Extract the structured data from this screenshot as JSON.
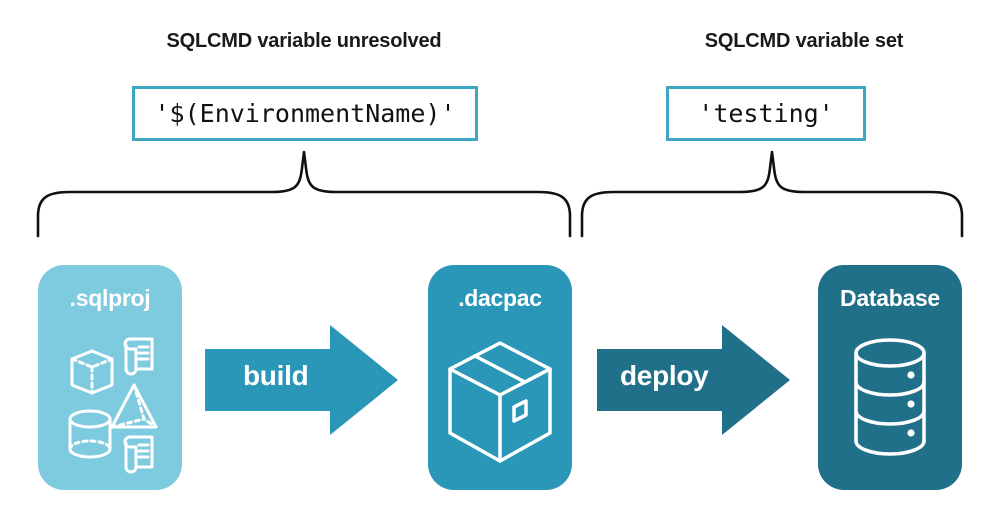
{
  "diagram": {
    "title_left": "SQLCMD variable unresolved",
    "title_right": "SQLCMD variable set",
    "code_left": "'$(EnvironmentName)'",
    "code_right": "'testing'",
    "cards": [
      {
        "label": ".sqlproj",
        "color": "#7ecbe0",
        "art": "shapes-and-scripts-icon"
      },
      {
        "label": ".dacpac",
        "color": "#2a96b8",
        "art": "package-box-icon"
      },
      {
        "label": "Database",
        "color": "#21708a",
        "art": "database-cylinder-icon"
      }
    ],
    "arrows": [
      {
        "label": "build",
        "color": "#2a96b8"
      },
      {
        "label": "deploy",
        "color": "#21708a"
      }
    ],
    "colors": {
      "accent_border": "#3fa7c4",
      "light_teal": "#7ecbe0",
      "mid_teal": "#2a96b8",
      "dark_teal": "#21708a",
      "text": "#1a1a1a",
      "brace": "#111111"
    }
  }
}
